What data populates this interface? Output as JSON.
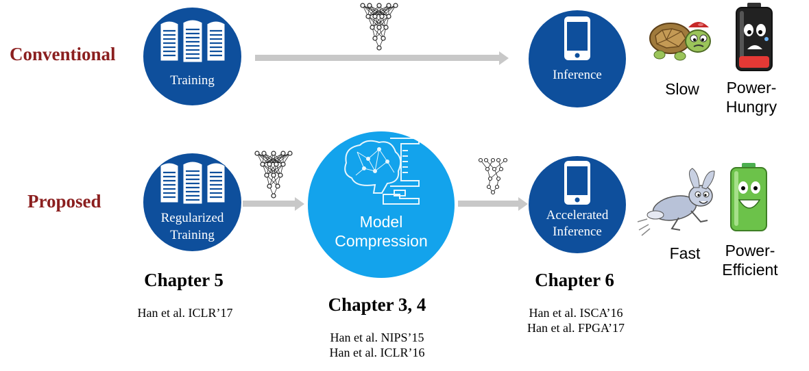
{
  "rows": {
    "conventional_label": "Conventional",
    "proposed_label": "Proposed"
  },
  "stages": {
    "training": "Training",
    "inference": "Inference",
    "regularized_training_1": "Regularized",
    "regularized_training_2": "Training",
    "model_compression_1": "Model",
    "model_compression_2": "Compression",
    "accelerated_inference_1": "Accelerated",
    "accelerated_inference_2": "Inference"
  },
  "outcomes": {
    "slow": "Slow",
    "power_hungry_1": "Power-",
    "power_hungry_2": "Hungry",
    "fast": "Fast",
    "power_efficient_1": "Power-",
    "power_efficient_2": "Efficient"
  },
  "chapters": {
    "ch5": "Chapter 5",
    "ch5_ref": "Han et al. ICLR’17",
    "ch34": "Chapter 3, 4",
    "ch34_ref1": "Han et al. NIPS’15",
    "ch34_ref2": "Han et al. ICLR’16",
    "ch6": "Chapter 6",
    "ch6_ref1": "Han et al. ISCA’16",
    "ch6_ref2": "Han et al. FPGA’17"
  },
  "colors": {
    "dark_blue": "#0e4f9c",
    "light_blue": "#13a3ec",
    "label_red": "#8b1f1f",
    "arrow_gray": "#c8c8c8"
  },
  "icons": [
    "server-rack-icon",
    "smartphone-icon",
    "neural-network-icon",
    "brain-compression-icon",
    "turtle-icon",
    "rabbit-icon",
    "low-battery-icon",
    "full-battery-icon"
  ]
}
